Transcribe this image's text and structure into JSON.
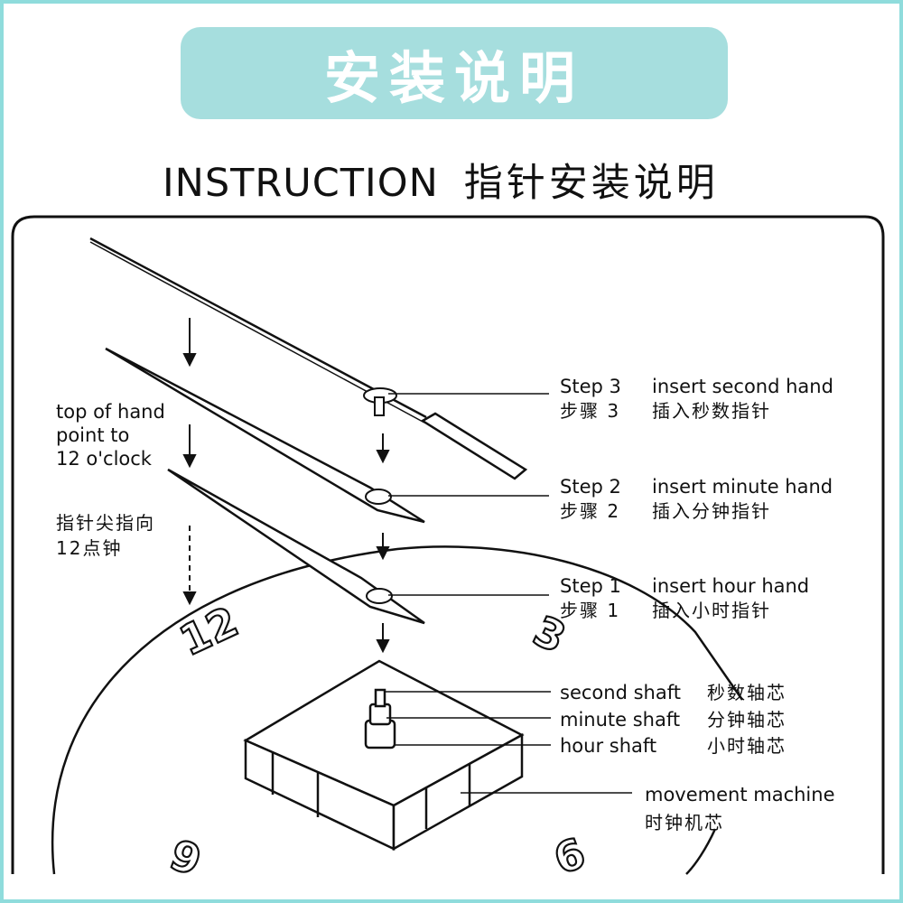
{
  "banner": {
    "title": "安装说明"
  },
  "heading": {
    "en": "INSTRUCTION",
    "zh": "指针安装说明"
  },
  "left_note": {
    "en_lines": [
      "top of hand",
      "point to",
      "12 o'clock"
    ],
    "zh_lines": [
      "指针尖指向",
      "12点钟"
    ]
  },
  "steps": [
    {
      "en_step": "Step 3",
      "en_text": "insert second hand",
      "zh_step": "步骤 3",
      "zh_text": "插入秒数指针"
    },
    {
      "en_step": "Step 2",
      "en_text": "insert minute hand",
      "zh_step": "步骤 2",
      "zh_text": "插入分钟指针"
    },
    {
      "en_step": "Step 1",
      "en_text": "insert hour hand",
      "zh_step": "步骤 1",
      "zh_text": "插入小时指针"
    }
  ],
  "shafts": [
    {
      "en": "second shaft",
      "zh": "秒数轴芯"
    },
    {
      "en": "minute shaft",
      "zh": "分钟轴芯"
    },
    {
      "en": "hour shaft",
      "zh": "小时轴芯"
    }
  ],
  "movement": {
    "en": "movement  machine",
    "zh": "时钟机芯"
  },
  "dial": {
    "n12": "12",
    "n3": "3",
    "n6": "6",
    "n9": "9"
  }
}
